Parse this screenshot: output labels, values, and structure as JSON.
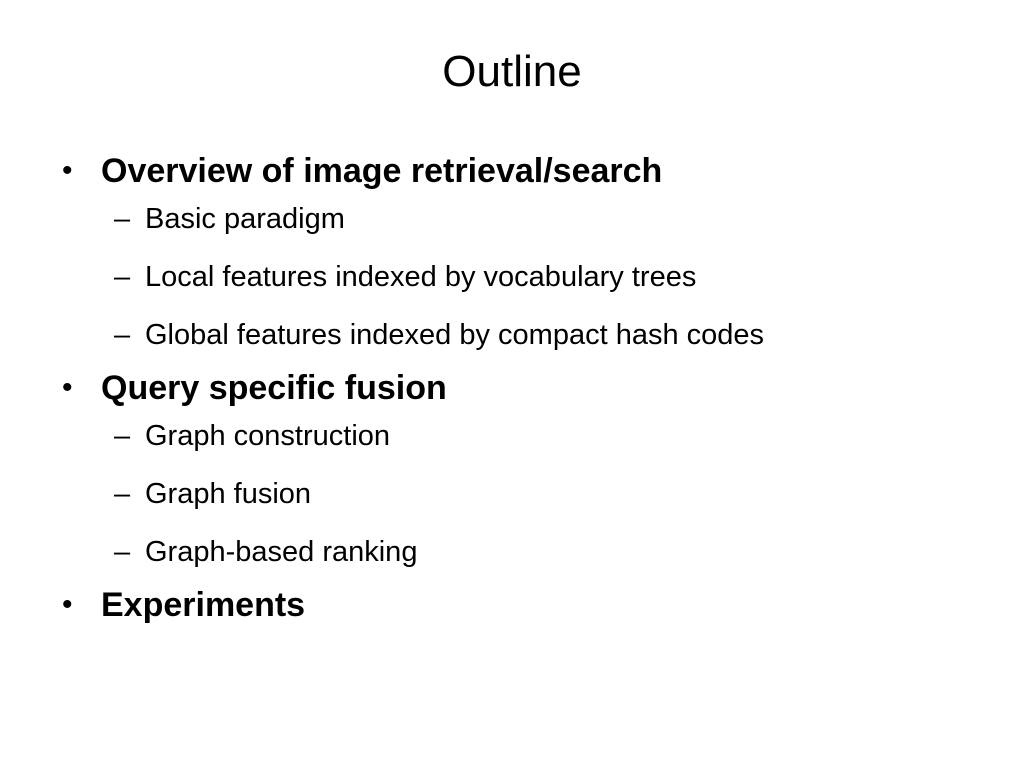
{
  "slide": {
    "title": "Outline",
    "bullet_glyph": "•",
    "dash_glyph": "–",
    "items": [
      {
        "label": "Overview of image retrieval/search",
        "subitems": [
          "Basic paradigm",
          "Local features indexed by vocabulary trees",
          "Global features indexed by compact hash codes"
        ]
      },
      {
        "label": "Query specific fusion",
        "subitems": [
          "Graph construction",
          "Graph fusion",
          "Graph-based ranking"
        ]
      },
      {
        "label": "Experiments",
        "subitems": []
      }
    ]
  }
}
